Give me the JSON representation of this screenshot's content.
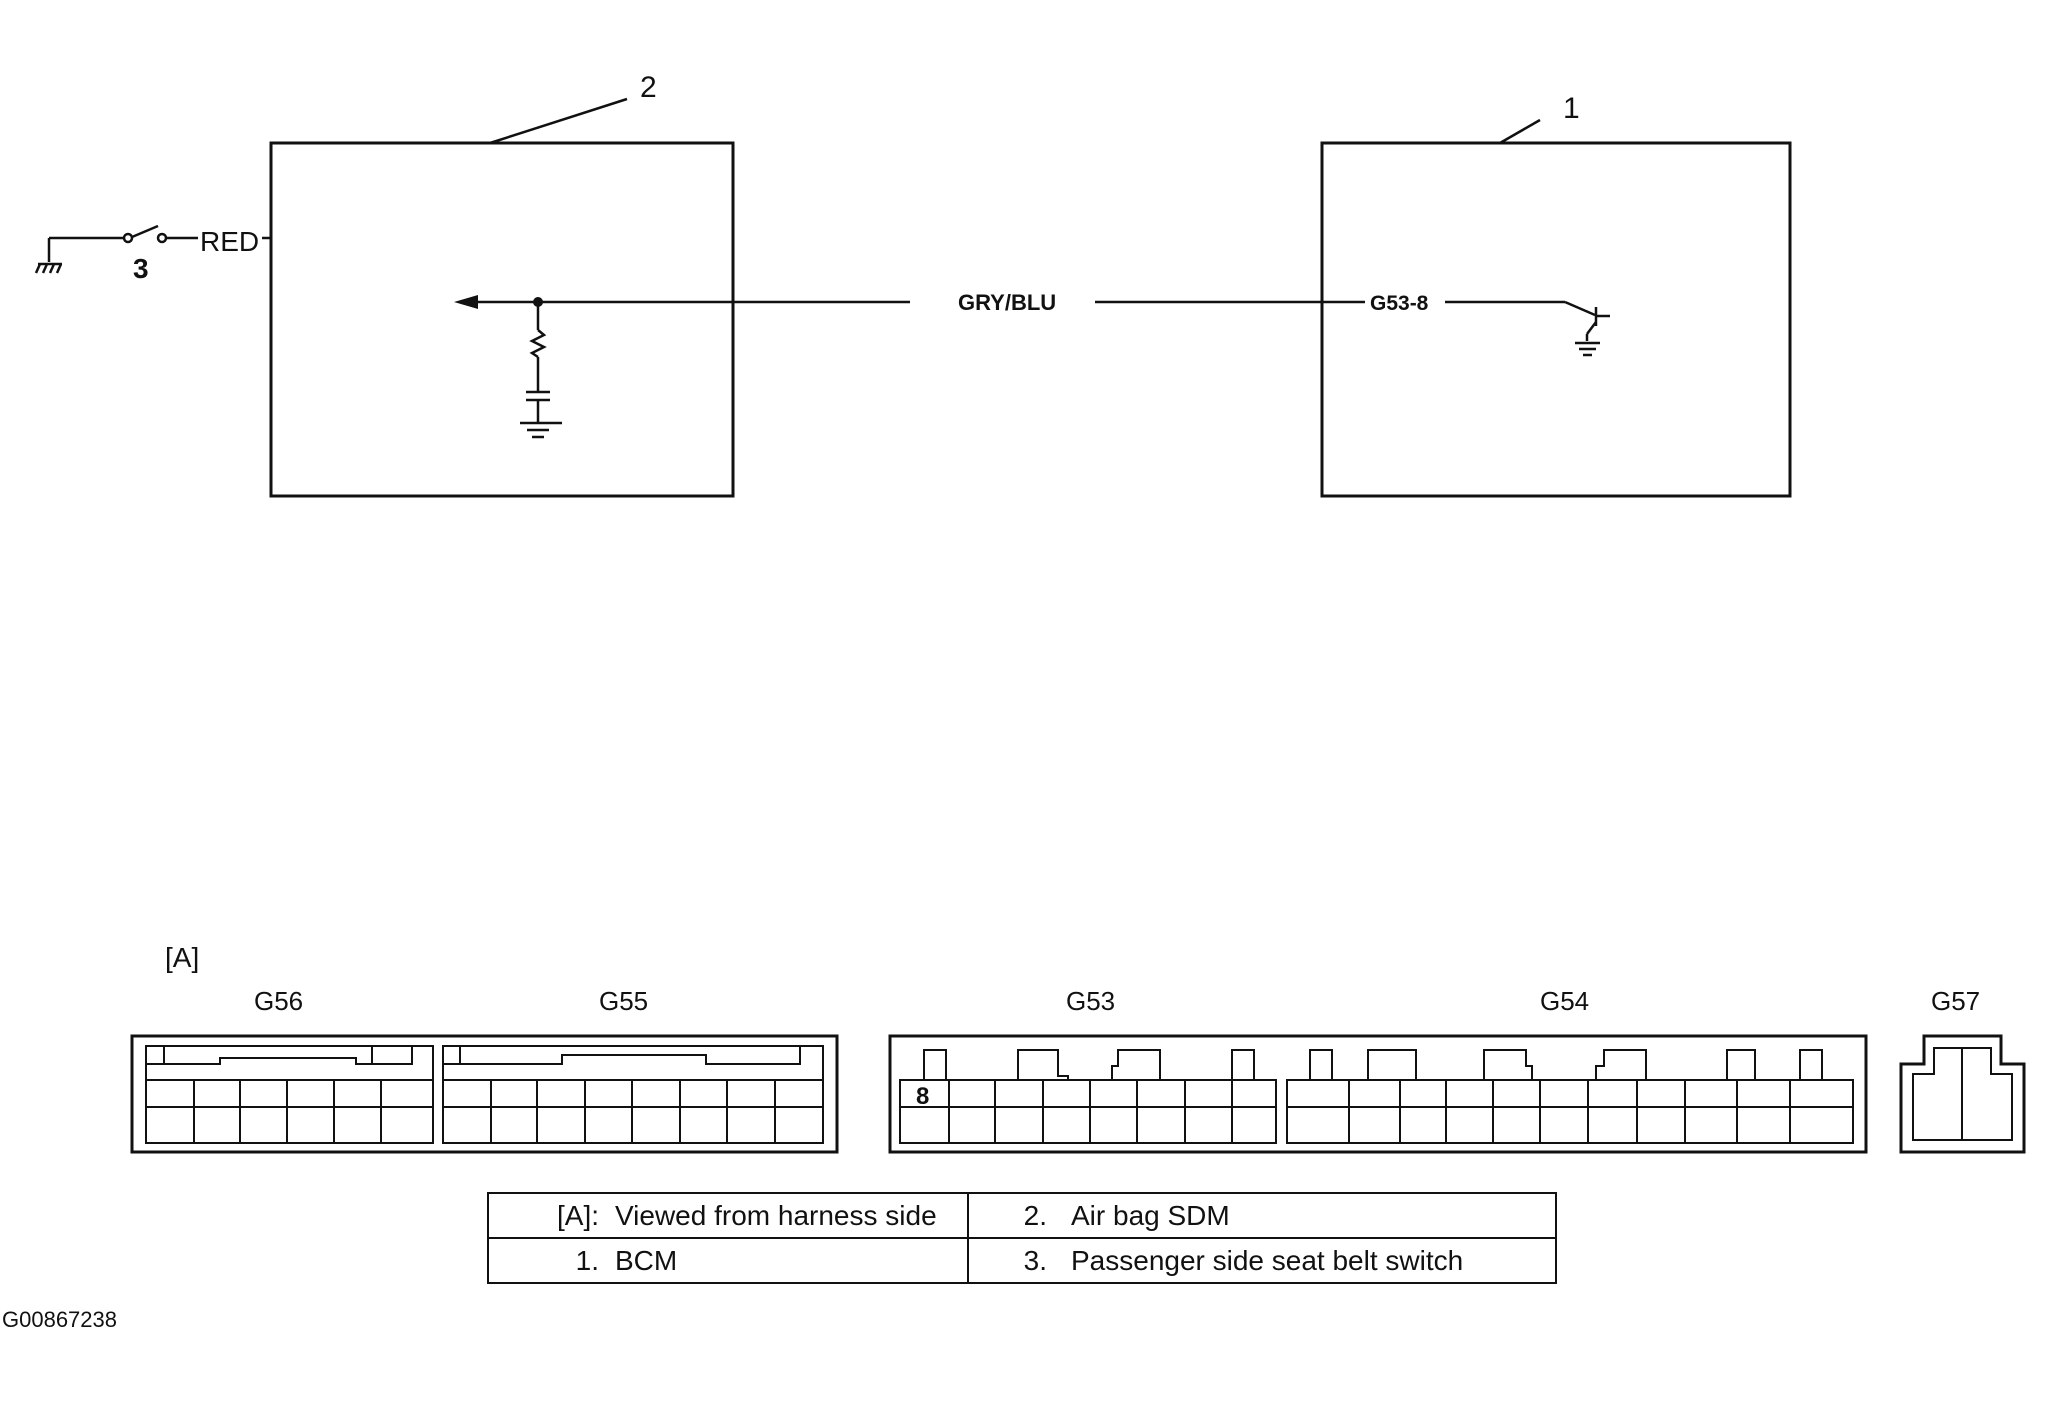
{
  "callouts": {
    "bcm": "1",
    "sdm": "2",
    "switch": "3"
  },
  "wires": {
    "switch_wire": "RED",
    "signal_wire": "GRY/BLU",
    "bcm_terminal": "G53-8"
  },
  "connector_view_label": "[A]",
  "connectors": {
    "g56": "G56",
    "g55": "G55",
    "g53": "G53",
    "g54": "G54",
    "g57": "G57",
    "pin_label": "8"
  },
  "legend": [
    [
      {
        "index": "[A]:",
        "text": "Viewed from harness side"
      },
      {
        "index": "2.",
        "text": "Air bag SDM"
      }
    ],
    [
      {
        "index": "1.",
        "text": "BCM"
      },
      {
        "index": "3.",
        "text": "Passenger side seat belt switch"
      }
    ]
  ],
  "figure_id": "G00867238"
}
